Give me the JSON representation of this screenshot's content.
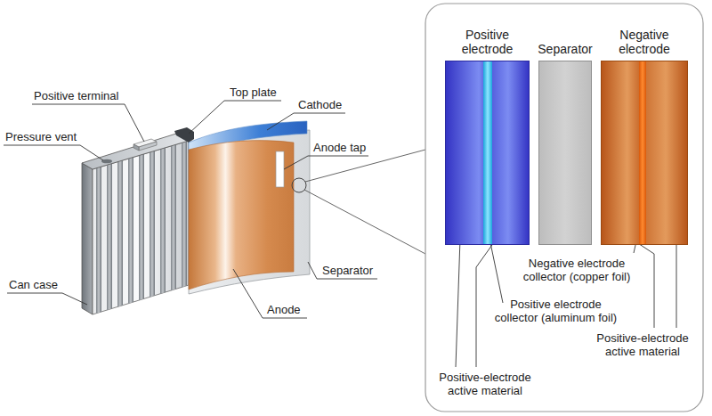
{
  "diagram": {
    "nodes": [
      {
        "text": [
          "Positive electrode"
        ]
      },
      {
        "text": [
          "Separator"
        ]
      },
      {
        "text": [
          "Negative electrode"
        ]
      }
    ],
    "labels": [
      "Positive terminal",
      "Top plate",
      "Cathode",
      "Pressure vent",
      "Anode tap",
      "Can case",
      "Anode",
      "Separator",
      "Negative electrode collector (copper foil)",
      "Positive electrode collector (aluminum foil)",
      "Positive-electrode active material",
      "Positive-electrode active material"
    ]
  }
}
